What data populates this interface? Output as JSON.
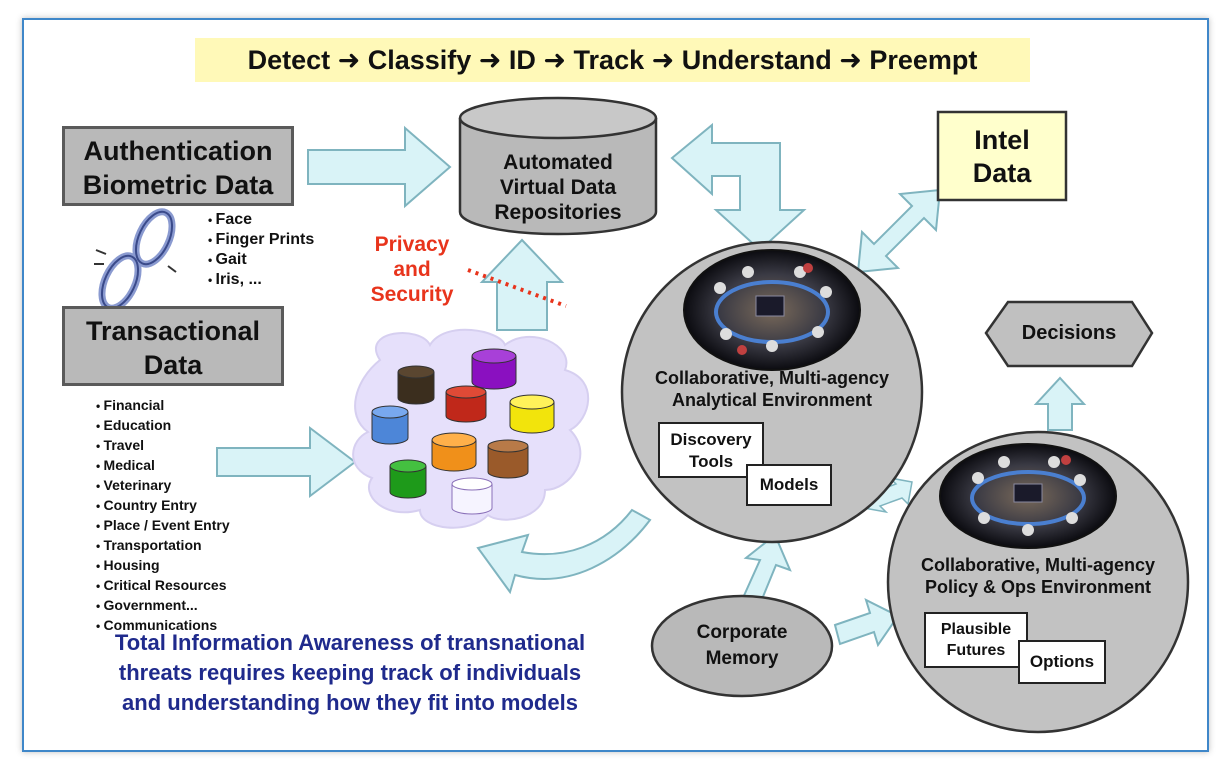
{
  "banner": {
    "flow": "Detect ➜ Classify ➜ ID ➜ Track ➜ Understand ➜ Preempt"
  },
  "authentication": {
    "line1": "Authentication",
    "line2": "Biometric Data",
    "items": [
      "Face",
      "Finger Prints",
      "Gait",
      "Iris, ..."
    ]
  },
  "transactional": {
    "line1": "Transactional",
    "line2": "Data",
    "items": [
      "Financial",
      "Education",
      "Travel",
      "Medical",
      "Veterinary",
      "Country Entry",
      "Place / Event Entry",
      "Transportation",
      "Housing",
      "Critical Resources",
      "Government...",
      "Communications"
    ]
  },
  "repository": {
    "line1": "Automated",
    "line2": "Virtual Data",
    "line3": "Repositories"
  },
  "privacy": {
    "line1": "Privacy",
    "line2": "and",
    "line3": "Security"
  },
  "intel": {
    "line1": "Intel",
    "line2": "Data"
  },
  "decisions": {
    "label": "Decisions"
  },
  "analytical": {
    "line1": "Collaborative, Multi-agency",
    "line2": "Analytical Environment",
    "discovery_line1": "Discovery",
    "discovery_line2": "Tools",
    "models": "Models"
  },
  "policy": {
    "line1": "Collaborative, Multi-agency",
    "line2": "Policy & Ops Environment",
    "plausible_line1": "Plausible",
    "plausible_line2": "Futures",
    "options": "Options"
  },
  "memory": {
    "line1": "Corporate",
    "line2": "Memory"
  },
  "caption": {
    "line1": "Total Information Awareness of transnational",
    "line2": "threats requires keeping track of individuals",
    "line3": "and understanding how they fit into models"
  },
  "colors": {
    "arrow_fill": "#d9f3f7",
    "arrow_stroke": "#7fb4bf",
    "privacy_red": "#e8341c",
    "caption_blue": "#1f2a8c",
    "banner_yellow": "#fff9b8",
    "box_gray": "#b9b9b9",
    "intel_yellow": "#ffffcc",
    "cloud_lavender": "#e6e0fb"
  }
}
